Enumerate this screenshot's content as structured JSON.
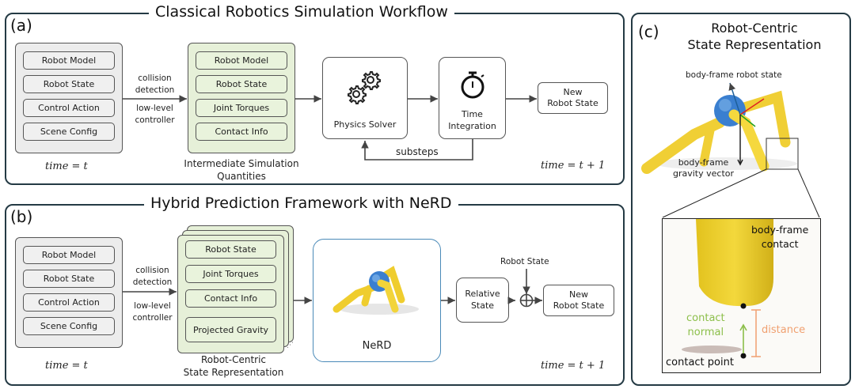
{
  "panel_a": {
    "label": "(a)",
    "title": "Classical Robotics Simulation Workflow",
    "inputs": [
      "Robot Model",
      "Robot State",
      "Control Action",
      "Scene Config"
    ],
    "edge_label_top": [
      "collision",
      "detection"
    ],
    "edge_label_bottom": [
      "low-level",
      "controller"
    ],
    "intermediate": [
      "Robot Model",
      "Robot State",
      "Joint Torques",
      "Contact Info"
    ],
    "intermediate_caption": [
      "Intermediate Simulation",
      "Quantities"
    ],
    "physics_solver": "Physics Solver",
    "time_integration": [
      "Time",
      "Integration"
    ],
    "substeps": "substeps",
    "output": [
      "New",
      "Robot State"
    ],
    "time_start": "time = t",
    "time_end": "time = t + 1"
  },
  "panel_b": {
    "label": "(b)",
    "title": "Hybrid Prediction Framework with NeRD",
    "inputs": [
      "Robot Model",
      "Robot State",
      "Control Action",
      "Scene Config"
    ],
    "edge_label_top": [
      "collision",
      "detection"
    ],
    "edge_label_bottom": [
      "low-level",
      "controller"
    ],
    "representation": [
      "Robot State",
      "Joint Torques",
      "Contact Info",
      "Projected Gravity"
    ],
    "representation_caption": [
      "Robot-Centric",
      "State Representation"
    ],
    "model_label": "NeRD",
    "relative_state": [
      "Relative",
      "State"
    ],
    "robot_state_input": "Robot State",
    "output": [
      "New",
      "Robot State"
    ],
    "time_start": "time = t",
    "time_end": "time = t + 1"
  },
  "panel_c": {
    "label": "(c)",
    "title": [
      "Robot-Centric",
      "State Representation"
    ],
    "body_frame_robot_state": "body-frame robot state",
    "gravity_vector": [
      "body-frame",
      "gravity vector"
    ],
    "body_frame_contact": [
      "body-frame",
      "contact"
    ],
    "contact_normal": [
      "contact",
      "normal"
    ],
    "distance": "distance",
    "contact_point": "contact point"
  },
  "colors": {
    "panel_border": "#243a44",
    "green_fill": "#e6f0d8",
    "gray_fill": "#ececec",
    "nerd_border": "#4a8ab8",
    "robot_yellow": "#f2d43a",
    "robot_blue": "#3a7fd0",
    "normal_green": "#8cbf4a",
    "distance_orange": "#f0a070"
  }
}
